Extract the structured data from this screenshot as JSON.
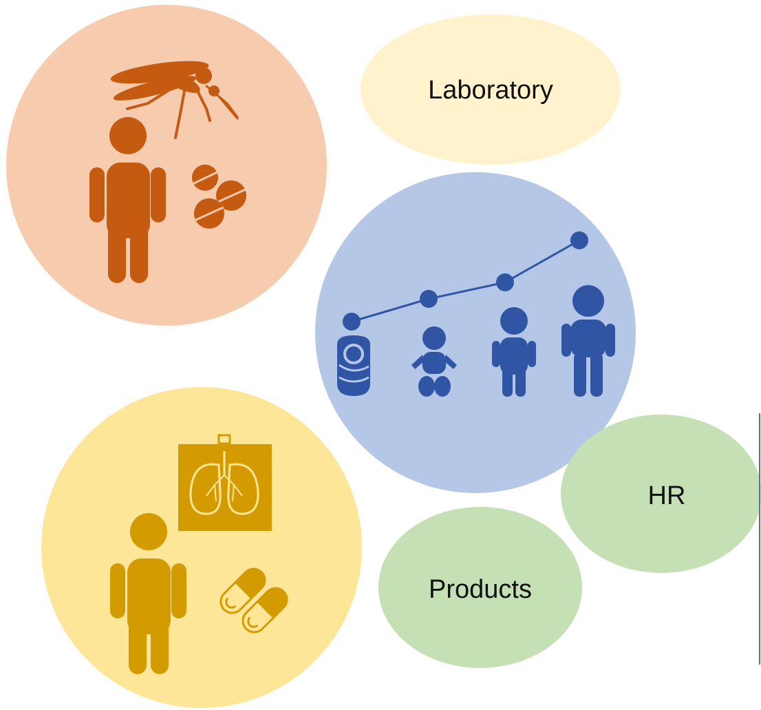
{
  "labels": {
    "laboratory": "Laboratory",
    "hr": "HR",
    "products": "Products"
  },
  "colors": {
    "malaria_fill": "#f7cbae",
    "malaria_icon": "#c55a11",
    "growth_fill": "#b4c7e7",
    "growth_icon": "#2f55a4",
    "tb_fill": "#fee699",
    "tb_icon": "#d49b00",
    "laboratory_fill": "#fff2cc",
    "green_fill": "#c5e0b4"
  },
  "icons": [
    "mosquito-icon",
    "person-icon",
    "pills-icon",
    "growth-line-icon",
    "newborn-icon",
    "baby-icon",
    "child-icon",
    "adult-icon",
    "lung-xray-icon",
    "capsules-icon"
  ]
}
